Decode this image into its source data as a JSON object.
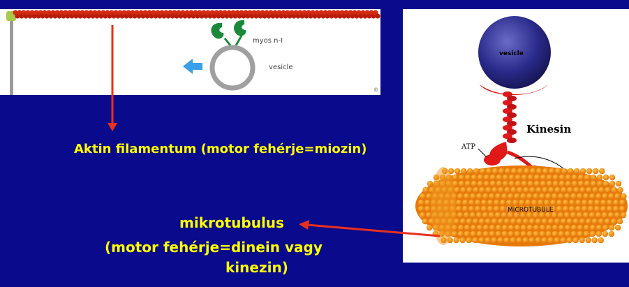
{
  "left_figure": {
    "myosin_label": "myos n-I",
    "vesicle_label": "vesicle"
  },
  "right_figure": {
    "vesicle_label": "vesicle",
    "kinesin_label": "Kinesin",
    "atp_label": "ATP",
    "microtubule_label": "MICROTUBULE"
  },
  "captions": {
    "actin": "Aktin filamentum (motor fehérje=miozin)",
    "microtubule_line1": "mikrotubulus",
    "microtubule_line2": "(motor fehérje=dinein vagy",
    "microtubule_line3": "kinezin)"
  },
  "colors": {
    "background": "#0a0a8c",
    "caption": "#ffff00",
    "arrow": "#e8301e",
    "filament": "#d42a12",
    "myosin": "#1a8a3a",
    "microtubule": "#f08a10",
    "kinesin_vesicle": "#2a2a8a"
  }
}
